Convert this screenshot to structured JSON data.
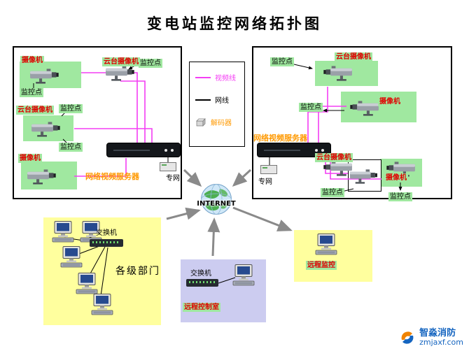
{
  "title": "变电站监控网络拓扑图",
  "colors": {
    "highlight_green": "#a0e8a0",
    "departments_yellow": "#ffff9e",
    "control_room_lavender": "#ccccf0",
    "video_line_pink": "#f43ef4",
    "server_label_orange": "#ff9900",
    "camera_label_red": "#e00000",
    "brand_blue": "#1565c0"
  },
  "legend": {
    "video_line": "视频线",
    "network_line": "网线",
    "decoder": "解码器"
  },
  "internet": {
    "label": "INTERNET"
  },
  "left_station": {
    "camera_top": "摄像机",
    "monitor_top": "监控点",
    "ptz_camera_top": "云台摄像机",
    "monitor_top_right": "监控点",
    "ptz_camera_mid": "云台摄像机",
    "monitor_mid": "监控点",
    "monitor_lower": "监控点",
    "camera_bottom": "摄像机",
    "video_server": "网络视频服务器",
    "private_network": "专网"
  },
  "right_station": {
    "monitor_top": "监控点",
    "ptz_camera_top": "云台摄像机",
    "camera_right": "摄像机",
    "monitor_mid": "监控点",
    "video_server": "网络视频服务器",
    "ptz_camera_mid": "云台摄像机",
    "camera_bottom": "摄像机",
    "monitor_bottom_left": "监控点",
    "monitor_bottom_right": "监控点",
    "private_network": "专网"
  },
  "departments": {
    "switch_label": "交换机",
    "name": "各级部门"
  },
  "control_room": {
    "switch_label": "交换机",
    "name": "远程控制室"
  },
  "remote_monitoring": {
    "name": "远程监控"
  },
  "watermark": {
    "brand": "智淼消防",
    "site": "zmjaxf.com"
  }
}
